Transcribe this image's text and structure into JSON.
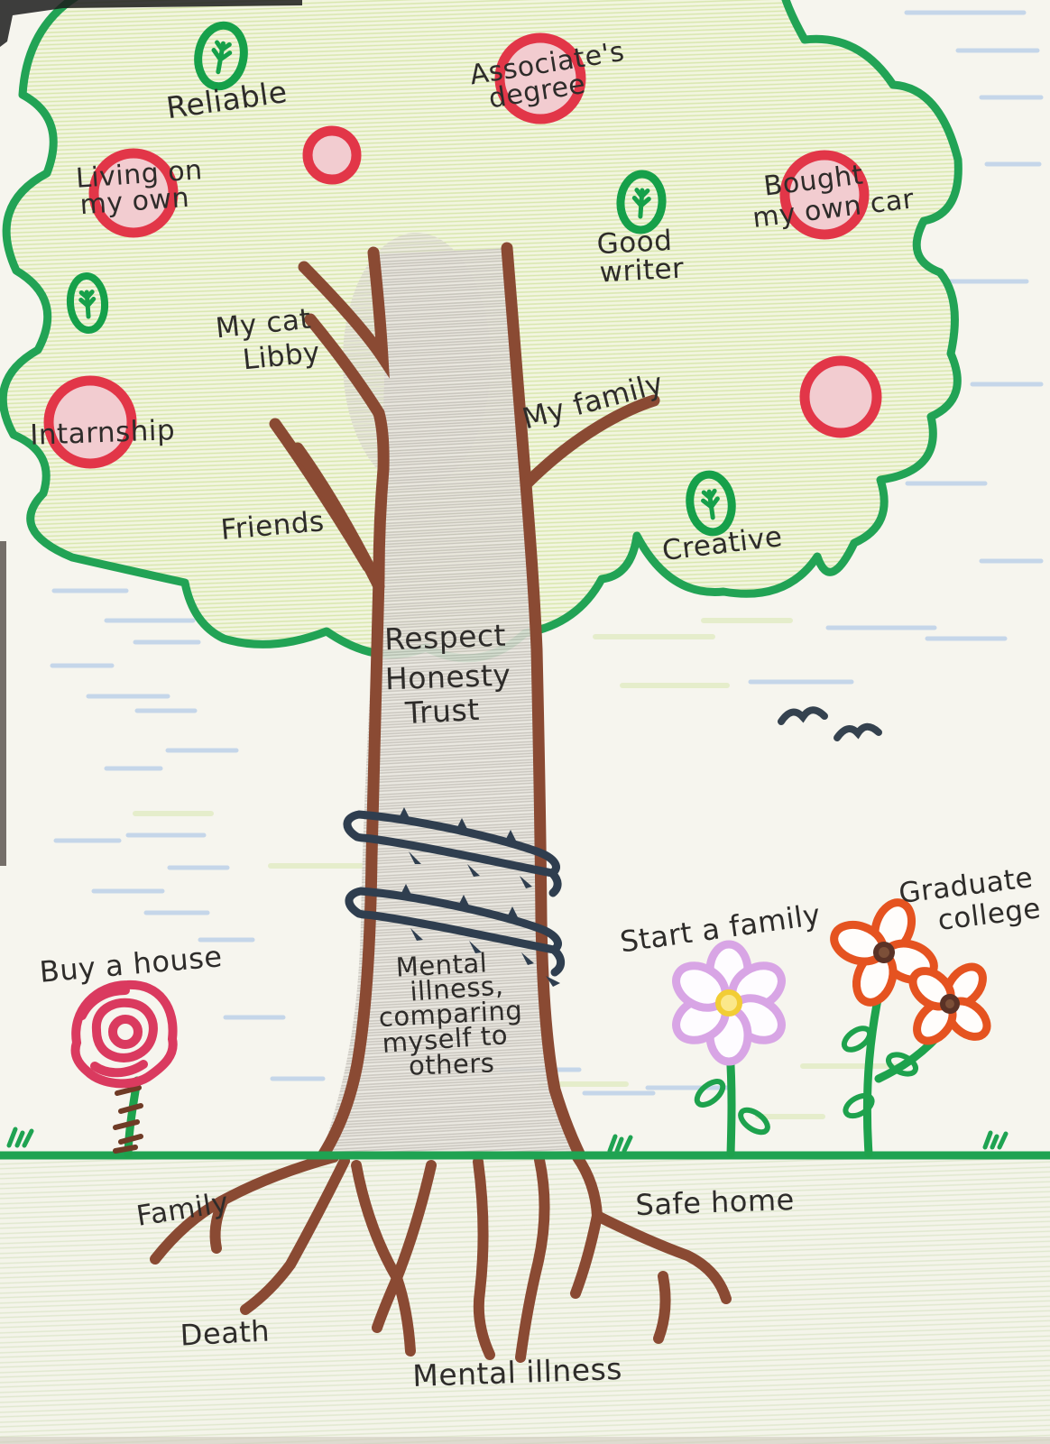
{
  "colors": {
    "crown_outline_green": "#22a355",
    "crown_fill": "#f2f5e0",
    "leaf_green": "#16a04a",
    "apple_red": "#e23648",
    "apple_fill": "#f2ccd0",
    "trunk_brown": "#8a4a33",
    "trunk_pencil_gray": "#d9d6cf",
    "barbed_wire_navy": "#2f3e4f",
    "ink_black": "#2e2c2a",
    "ground_green": "#1fa352",
    "rose_pink": "#da3a5f",
    "daisy_purple": "#d8a5e5",
    "daisy_center_yellow": "#f2cd35",
    "poppy_orange": "#e55320",
    "poppy_center_brown": "#5a3226",
    "stem_green": "#1ea24d",
    "sky_crayon_blue": "#b9cfe8"
  },
  "canopy": {
    "labels": {
      "reliable": "Reliable",
      "associates_degree": [
        "Associate's",
        "degree"
      ],
      "living_on_my_own": [
        "Living on",
        "my own"
      ],
      "bought_my_own_car": [
        "Bought",
        "my own car"
      ],
      "good_writer": [
        "Good",
        "writer"
      ],
      "my_cat_libby": [
        "My cat",
        "Libby"
      ],
      "my_family": "My family",
      "internship": "Intarnship",
      "friends": "Friends",
      "creative": "Creative"
    }
  },
  "trunk": {
    "values": [
      "Respect",
      "Honesty",
      "Trust"
    ],
    "struggles": [
      "Mental",
      "illness,",
      "comparing",
      "myself to",
      "others"
    ]
  },
  "ground": {
    "goals": {
      "buy_a_house": "Buy a house",
      "start_a_family": "Start a family",
      "graduate_college": [
        "Graduate",
        "college"
      ]
    }
  },
  "roots": {
    "labels": {
      "family": "Family",
      "safe_home": "Safe home",
      "death": "Death",
      "mental_illness": "Mental illness"
    }
  }
}
